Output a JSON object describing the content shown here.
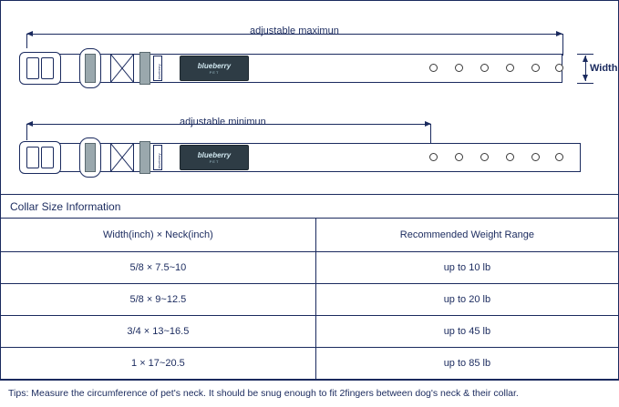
{
  "diagram": {
    "label_max": "adjustable maximun",
    "label_min": "adjustable minimun",
    "label_width": "Width",
    "brand_main": "blueberry",
    "brand_sub": "PET",
    "tag_text": "blueberry"
  },
  "table": {
    "section_title": "Collar Size Information",
    "headers": [
      "Width(inch) × Neck(inch)",
      "Recommended Weight Range"
    ],
    "rows": [
      [
        "5/8 × 7.5~10",
        "up to 10 lb"
      ],
      [
        "5/8 × 9~12.5",
        "up to 20 lb"
      ],
      [
        "3/4 × 13~16.5",
        "up to 45 lb"
      ],
      [
        "1 × 17~20.5",
        "up to 85 lb"
      ]
    ],
    "tips": "Tips: Measure the circumference of pet's neck. It should be snug enough to fit 2fingers between dog's neck & their collar."
  },
  "colors": {
    "ink": "#1a2a5e",
    "logo_bg": "#2e3c45",
    "keeper": "#9aa8ad"
  }
}
